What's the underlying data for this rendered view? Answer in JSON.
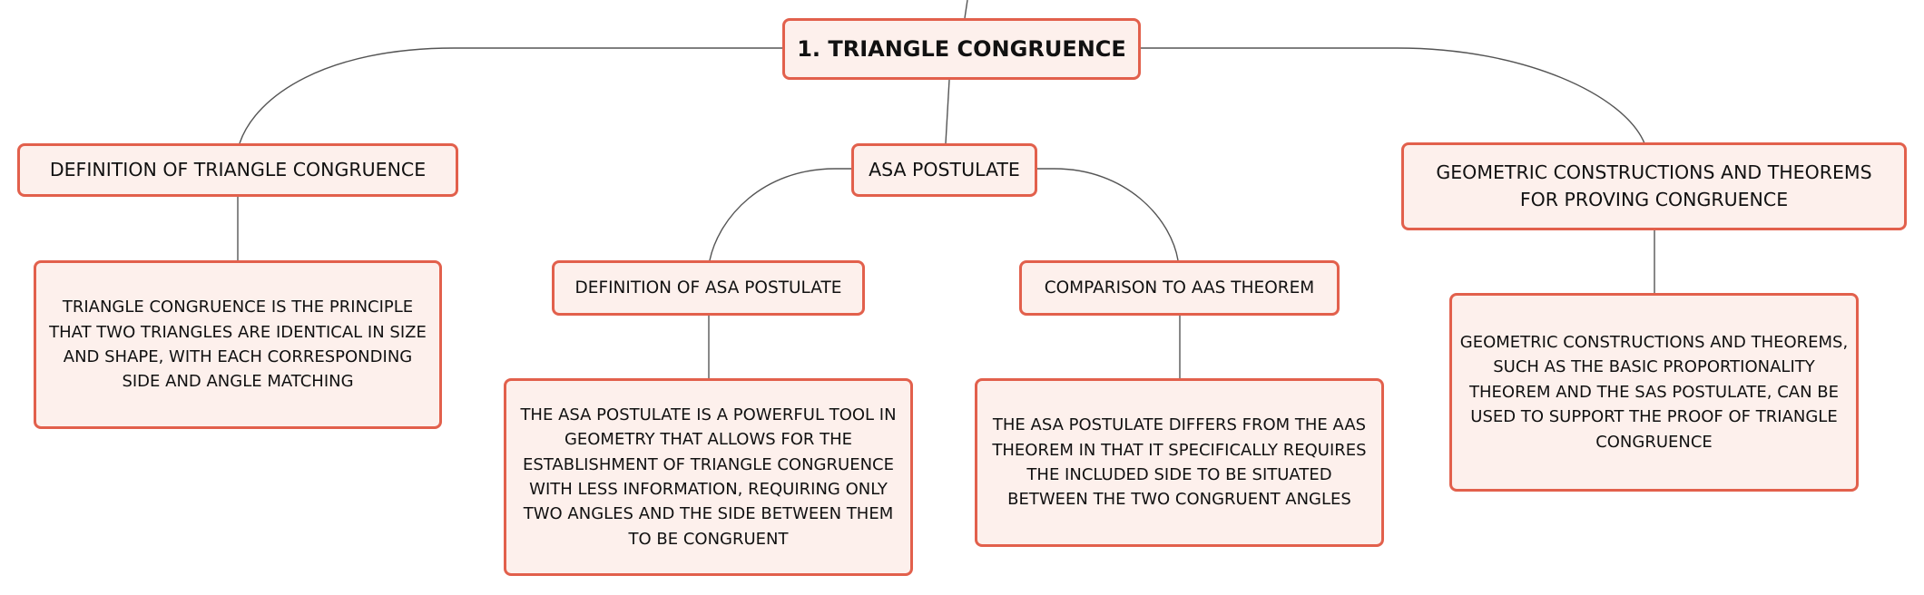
{
  "colors": {
    "node_border": "#e2604c",
    "node_fill": "#fdf0ec",
    "connector": "#555555",
    "text": "#111111"
  },
  "root": {
    "label": "1. TRIANGLE CONGRUENCE"
  },
  "branches": {
    "definition": {
      "label": "DEFINITION OF TRIANGLE CONGRUENCE",
      "detail": "TRIANGLE CONGRUENCE IS THE PRINCIPLE THAT TWO TRIANGLES ARE IDENTICAL IN SIZE AND SHAPE, WITH EACH CORRESPONDING SIDE AND ANGLE MATCHING"
    },
    "asa": {
      "label": "ASA POSTULATE",
      "children": {
        "definition": {
          "label": "DEFINITION OF ASA POSTULATE",
          "detail": "THE ASA POSTULATE IS A POWERFUL TOOL IN GEOMETRY THAT ALLOWS FOR THE ESTABLISHMENT OF TRIANGLE CONGRUENCE WITH LESS INFORMATION, REQUIRING ONLY TWO ANGLES AND THE SIDE BETWEEN THEM TO BE CONGRUENT"
        },
        "comparison": {
          "label": "COMPARISON TO AAS THEOREM",
          "detail": "THE ASA POSTULATE DIFFERS FROM THE AAS THEOREM IN THAT IT SPECIFICALLY REQUIRES THE INCLUDED SIDE TO BE SITUATED BETWEEN THE TWO CONGRUENT ANGLES"
        }
      }
    },
    "constructions": {
      "label": "GEOMETRIC CONSTRUCTIONS AND THEOREMS FOR PROVING CONGRUENCE",
      "detail": "GEOMETRIC CONSTRUCTIONS AND THEOREMS, SUCH AS THE BASIC PROPORTIONALITY THEOREM AND THE SAS POSTULATE, CAN BE USED TO SUPPORT THE PROOF OF TRIANGLE CONGRUENCE"
    }
  }
}
